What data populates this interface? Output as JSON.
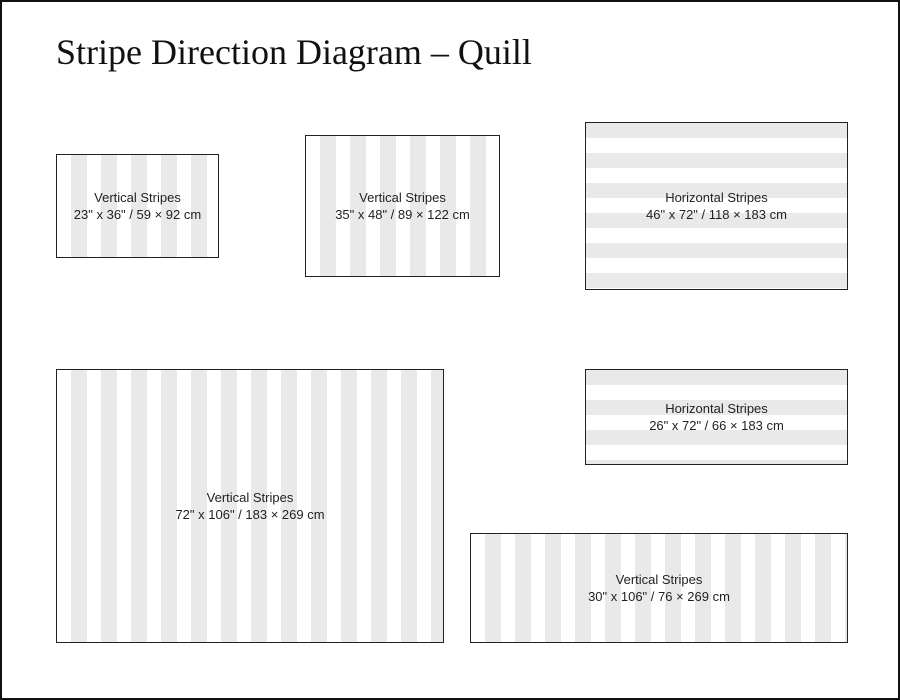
{
  "title": "Stripe Direction Diagram – Quill",
  "colors": {
    "stripe": "#e9e9e9",
    "background": "#ffffff",
    "border": "#222222"
  },
  "panels": [
    {
      "orientation": "Vertical Stripes",
      "size": "23\" x 36\" / 59 × 92 cm"
    },
    {
      "orientation": "Vertical Stripes",
      "size": "35\" x 48\" / 89 × 122 cm"
    },
    {
      "orientation": "Horizontal Stripes",
      "size": "46\" x 72\" / 118 × 183 cm"
    },
    {
      "orientation": "Vertical Stripes",
      "size": "72\" x 106\" / 183 × 269 cm"
    },
    {
      "orientation": "Horizontal Stripes",
      "size": "26\" x 72\" / 66 × 183 cm"
    },
    {
      "orientation": "Vertical Stripes",
      "size": "30\" x 106\" / 76 × 269 cm"
    }
  ]
}
